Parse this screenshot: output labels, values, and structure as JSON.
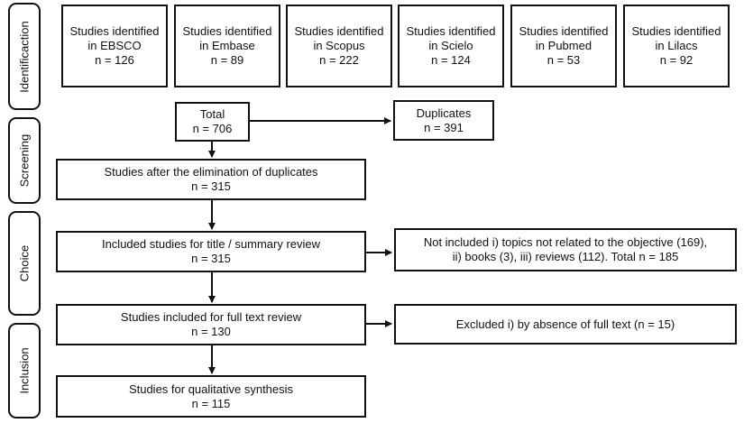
{
  "phases": [
    "Identificaction",
    "Screening",
    "Choice",
    "Inclusion"
  ],
  "sources": [
    {
      "line1": "Studies identified",
      "line2": "in EBSCO",
      "count": "n = 126"
    },
    {
      "line1": "Studies identified",
      "line2": "in Embase",
      "count": "n = 89"
    },
    {
      "line1": "Studies identified",
      "line2": "in Scopus",
      "count": "n = 222"
    },
    {
      "line1": "Studies identified",
      "line2": "in Scielo",
      "count": "n = 124"
    },
    {
      "line1": "Studies identified",
      "line2": "in Pubmed",
      "count": "n = 53"
    },
    {
      "line1": "Studies identified",
      "line2": "in Lilacs",
      "count": "n = 92"
    }
  ],
  "total": {
    "label": "Total",
    "count": "n = 706"
  },
  "duplicates": {
    "label": "Duplicates",
    "count": "n = 391"
  },
  "after_duplicates": {
    "label": "Studies after the elimination of duplicates",
    "count": "n = 315"
  },
  "title_review": {
    "label": "Included studies for title / summary review",
    "count": "n = 315"
  },
  "not_included": {
    "line1": "Not included i) topics not related to the objective (169),",
    "line2": "ii) books (3), iii) reviews (112). Total n = 185"
  },
  "full_text": {
    "label": "Studies included for full text review",
    "count": "n = 130"
  },
  "excluded": {
    "label": "Excluded i) by absence of full text (n = 15)"
  },
  "synthesis": {
    "label": "Studies for qualitative synthesis",
    "count": "n = 115"
  }
}
